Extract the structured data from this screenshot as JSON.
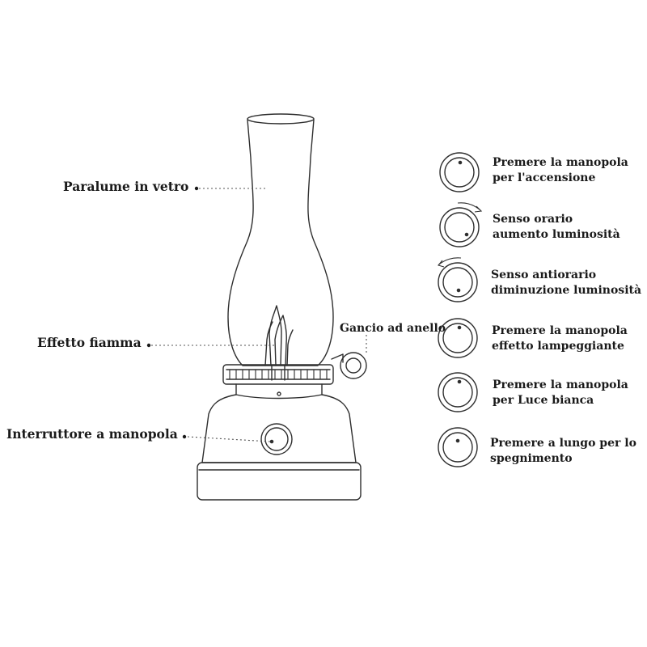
{
  "parts": {
    "glass_shade": "Paralume in vetro",
    "flame_effect": "Effetto fiamma",
    "ring_hook": "Gancio ad anello",
    "knob_switch": "Interruttore a manopola"
  },
  "instructions": [
    {
      "line1": "Premere la manopola",
      "line2": "per l'accensione",
      "knob_icon": "knob-press-icon"
    },
    {
      "line1": "Senso orario",
      "line2": "aumento luminosità",
      "knob_icon": "knob-clockwise-icon"
    },
    {
      "line1": "Senso antiorario",
      "line2": "diminuzione luminosità",
      "knob_icon": "knob-counterclockwise-icon"
    },
    {
      "line1": "Premere la manopola",
      "line2": "effetto lampeggiante",
      "knob_icon": "knob-press-icon"
    },
    {
      "line1": "Premere la manopola",
      "line2": "per Luce bianca",
      "knob_icon": "knob-press-icon"
    },
    {
      "line1": "Premere a lungo per lo",
      "line2": "spegnimento",
      "knob_icon": "knob-press-icon"
    }
  ],
  "colors": {
    "ink": "#1a1a1a",
    "outline": "#333333"
  }
}
